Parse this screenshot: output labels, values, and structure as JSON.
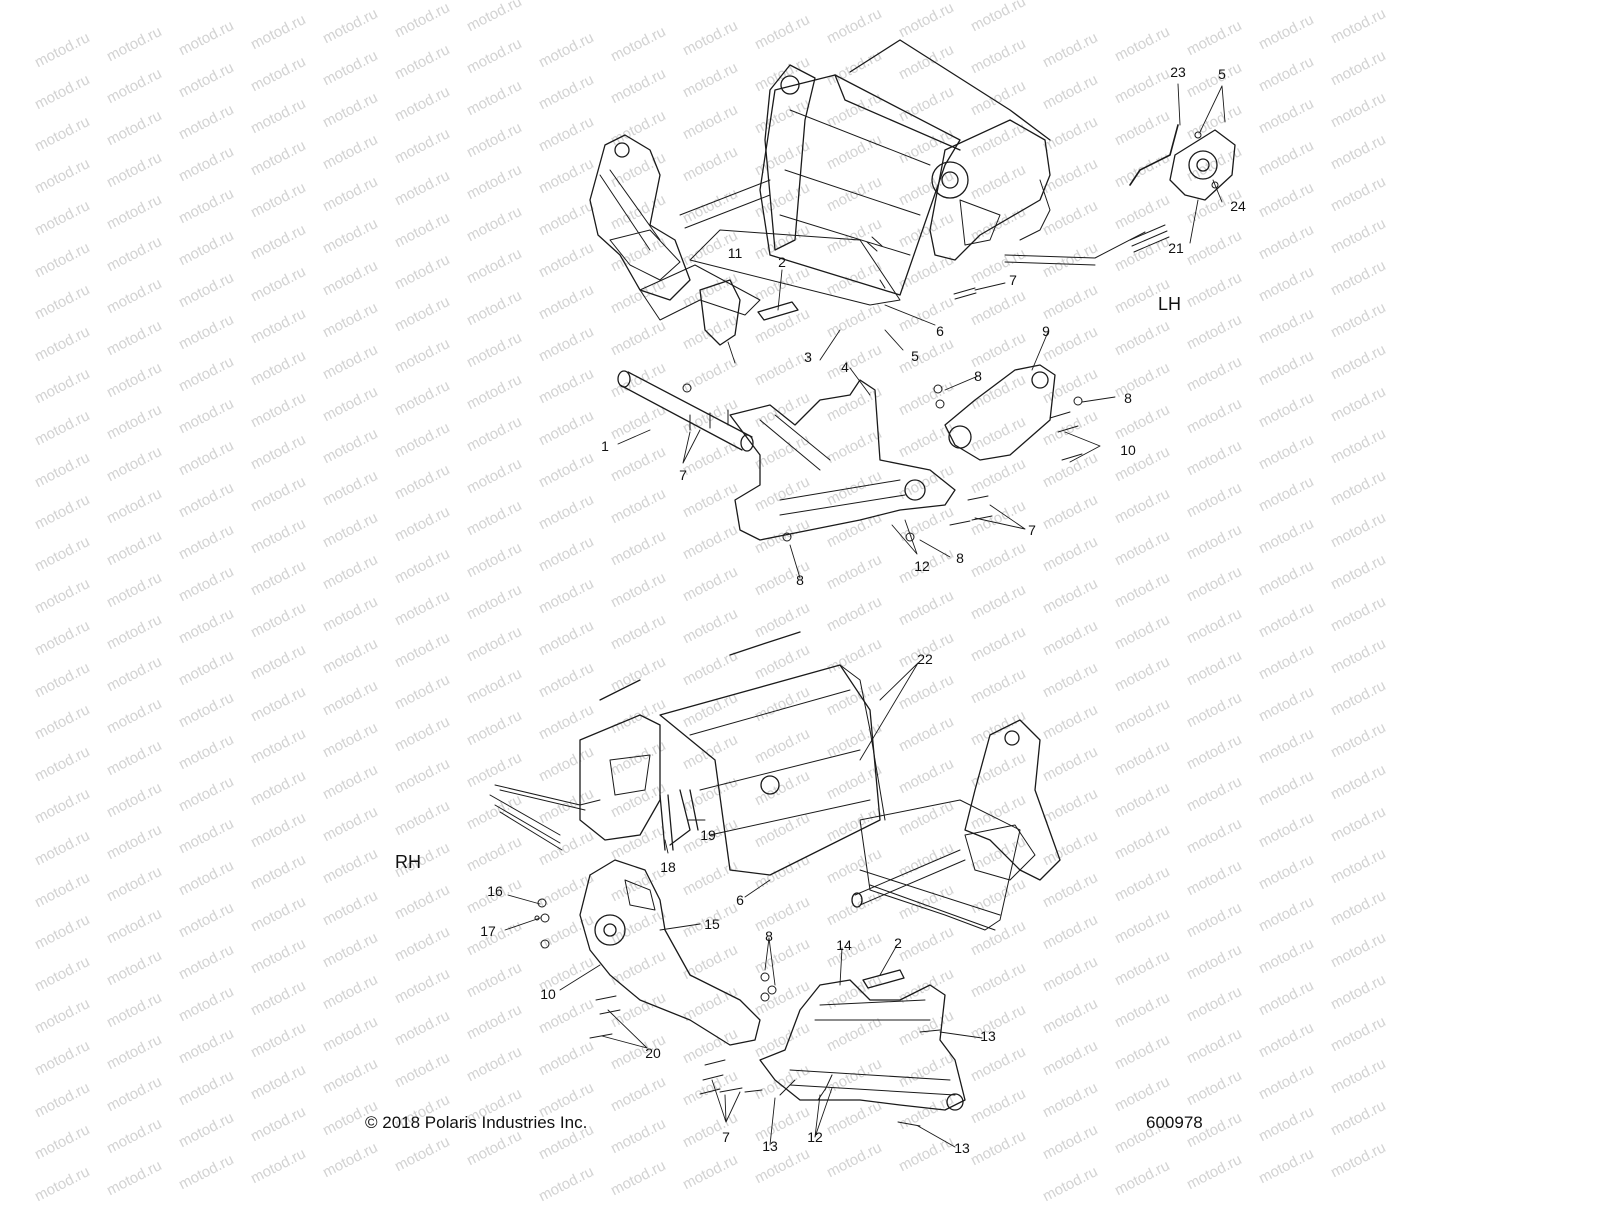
{
  "watermark": {
    "text": "motod.ru"
  },
  "views": {
    "lh": {
      "label": "LH"
    },
    "rh": {
      "label": "RH"
    }
  },
  "callouts_top": [
    "23",
    "5",
    "24",
    "21",
    "7",
    "6",
    "5",
    "3",
    "11",
    "2",
    "4",
    "9",
    "8",
    "8",
    "1",
    "7",
    "10",
    "7",
    "12",
    "8",
    "8"
  ],
  "callouts_bottom": [
    "22",
    "19",
    "18",
    "16",
    "17",
    "15",
    "6",
    "10",
    "8",
    "14",
    "2",
    "20",
    "13",
    "7",
    "13",
    "12",
    "13"
  ],
  "footer": {
    "copyright": "© 2018 Polaris Industries Inc.",
    "figure_number": "600978"
  },
  "colors": {
    "line": "#1a1a1a",
    "watermark": "#d2d2d2"
  }
}
